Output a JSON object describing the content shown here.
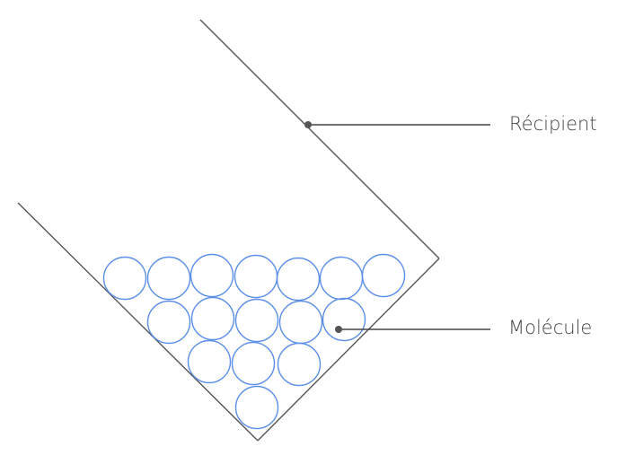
{
  "labels": {
    "container": "Récipient",
    "molecule": "Molécule"
  },
  "colors": {
    "outline": "#555555",
    "leader": "#444444",
    "molecule_stroke": "#5b8ee6",
    "label_text": "#444444",
    "background": "#ffffff"
  },
  "molecules": {
    "rows": [
      7,
      5,
      3,
      1
    ],
    "shape": "circle",
    "arrangement": "stacked triangle inside V-shaped container"
  }
}
